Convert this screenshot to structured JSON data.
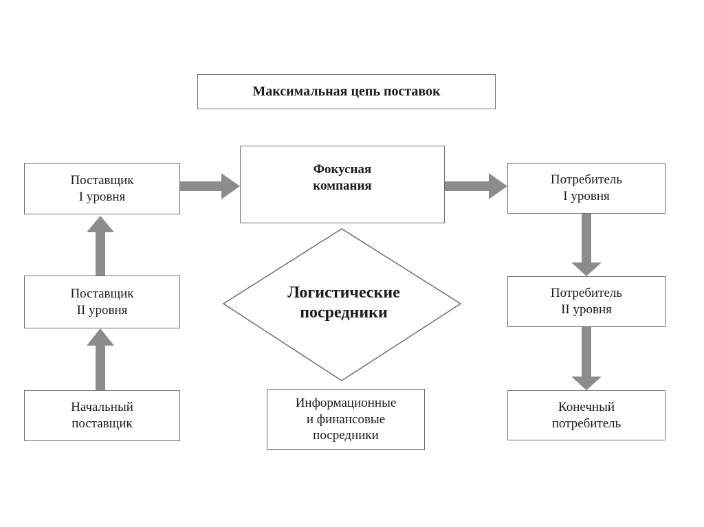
{
  "diagram": {
    "title": "Максимальная цепь поставок",
    "focus_company": [
      "Фокусная",
      "компания"
    ],
    "logistics_intermediaries": [
      "Логистические",
      "посредники"
    ],
    "info_fin_intermediaries": [
      "Информационные",
      "и финансовые",
      "посредники"
    ],
    "suppliers": {
      "tier1": [
        "Поставщик",
        "I уровня"
      ],
      "tier2": [
        "Поставщик",
        "II уровня"
      ],
      "initial": [
        "Начальный",
        "поставщик"
      ]
    },
    "consumers": {
      "tier1": [
        "Потребитель",
        "I уровня"
      ],
      "tier2": [
        "Потребитель",
        "II уровня"
      ],
      "final": [
        "Конечный",
        "потребитель"
      ]
    },
    "colors": {
      "arrow": "#8c8c8c",
      "border": "#6e6e6e",
      "text": "#1a1a1a"
    }
  }
}
